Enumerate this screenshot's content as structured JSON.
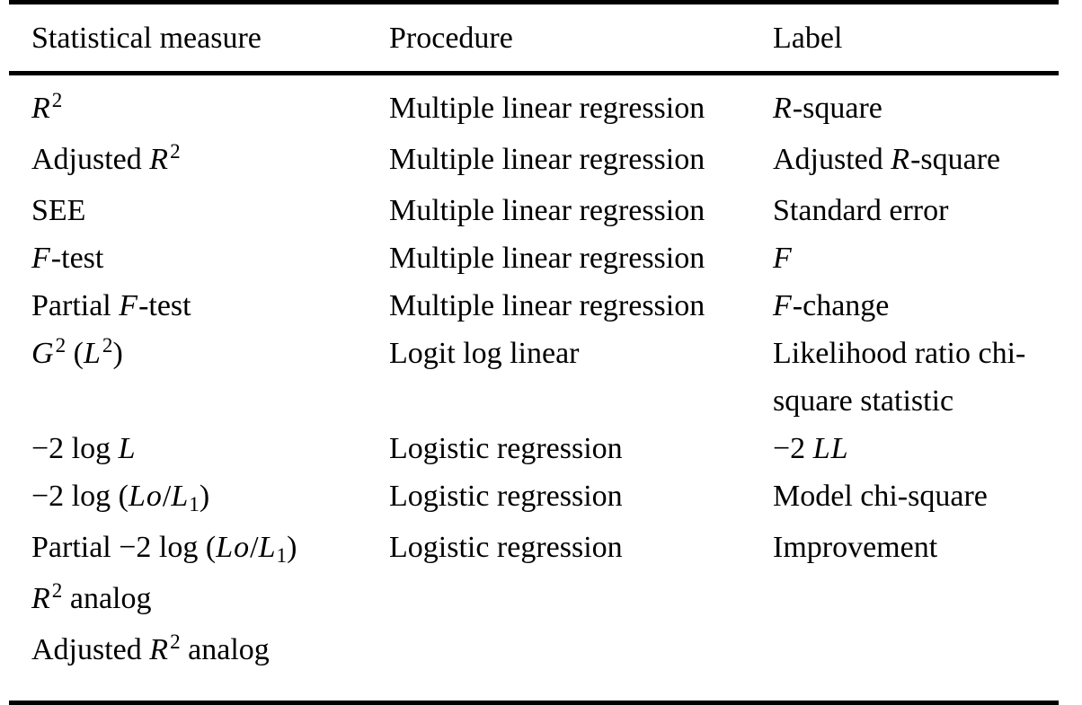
{
  "page": {
    "background_color": "#ffffff",
    "text_color": "#000000",
    "rule_color": "#000000"
  },
  "table": {
    "columns": [
      {
        "label": "Statistical measure"
      },
      {
        "label": "Procedure"
      },
      {
        "label": "Label"
      }
    ],
    "rows": [
      {
        "measure": [
          {
            "t": "R",
            "style": "italic"
          },
          {
            "t": "2",
            "style": "sup"
          }
        ],
        "procedure": "Multiple linear regression",
        "label": [
          {
            "t": "R",
            "style": "italic"
          },
          {
            "t": "-square"
          }
        ]
      },
      {
        "measure": [
          {
            "t": "Adjusted "
          },
          {
            "t": "R",
            "style": "italic"
          },
          {
            "t": "2",
            "style": "sup"
          }
        ],
        "procedure": "Multiple linear regression",
        "label": [
          {
            "t": "Adjusted "
          },
          {
            "t": "R",
            "style": "italic"
          },
          {
            "t": "-square"
          }
        ]
      },
      {
        "measure": [
          {
            "t": "SEE"
          }
        ],
        "procedure": "Multiple linear regression",
        "label": [
          {
            "t": "Standard error"
          }
        ]
      },
      {
        "measure": [
          {
            "t": "F",
            "style": "italic"
          },
          {
            "t": "-test"
          }
        ],
        "procedure": "Multiple linear regression",
        "label": [
          {
            "t": "F",
            "style": "italic"
          }
        ]
      },
      {
        "measure": [
          {
            "t": "Partial "
          },
          {
            "t": "F",
            "style": "italic"
          },
          {
            "t": "-test"
          }
        ],
        "procedure": "Multiple linear regression",
        "label": [
          {
            "t": "F",
            "style": "italic"
          },
          {
            "t": "-change"
          }
        ]
      },
      {
        "measure": [
          {
            "t": "G",
            "style": "italic"
          },
          {
            "t": "2",
            "style": "sup"
          },
          {
            "t": " ("
          },
          {
            "t": "L",
            "style": "italic"
          },
          {
            "t": "2",
            "style": "sup"
          },
          {
            "t": ")"
          }
        ],
        "procedure": "Logit log linear",
        "label": [
          {
            "t": "Likelihood ratio chi-square statistic"
          }
        ]
      },
      {
        "measure": [
          {
            "t": "−2 log "
          },
          {
            "t": "L",
            "style": "italic"
          }
        ],
        "procedure": "Logistic regression",
        "label": [
          {
            "t": "−2 "
          },
          {
            "t": "LL",
            "style": "italic"
          }
        ]
      },
      {
        "measure": [
          {
            "t": "−2 log ("
          },
          {
            "t": "Lo",
            "style": "italic"
          },
          {
            "t": "/"
          },
          {
            "t": "L",
            "style": "italic"
          },
          {
            "t": "1",
            "style": "sub"
          },
          {
            "t": ")"
          }
        ],
        "procedure": "Logistic regression",
        "label": [
          {
            "t": "Model chi-square"
          }
        ]
      },
      {
        "measure": [
          {
            "t": "Partial −2 log ("
          },
          {
            "t": "Lo",
            "style": "italic"
          },
          {
            "t": "/"
          },
          {
            "t": "L",
            "style": "italic"
          },
          {
            "t": "1",
            "style": "sub"
          },
          {
            "t": ")"
          }
        ],
        "procedure": "Logistic regression",
        "label": [
          {
            "t": "Improvement"
          }
        ]
      },
      {
        "measure": [
          {
            "t": "R",
            "style": "italic"
          },
          {
            "t": "2",
            "style": "sup"
          },
          {
            "t": " analog"
          }
        ],
        "procedure": "",
        "label": []
      },
      {
        "measure": [
          {
            "t": "Adjusted "
          },
          {
            "t": "R",
            "style": "italic"
          },
          {
            "t": "2",
            "style": "sup"
          },
          {
            "t": " analog"
          }
        ],
        "procedure": "",
        "label": []
      }
    ]
  }
}
